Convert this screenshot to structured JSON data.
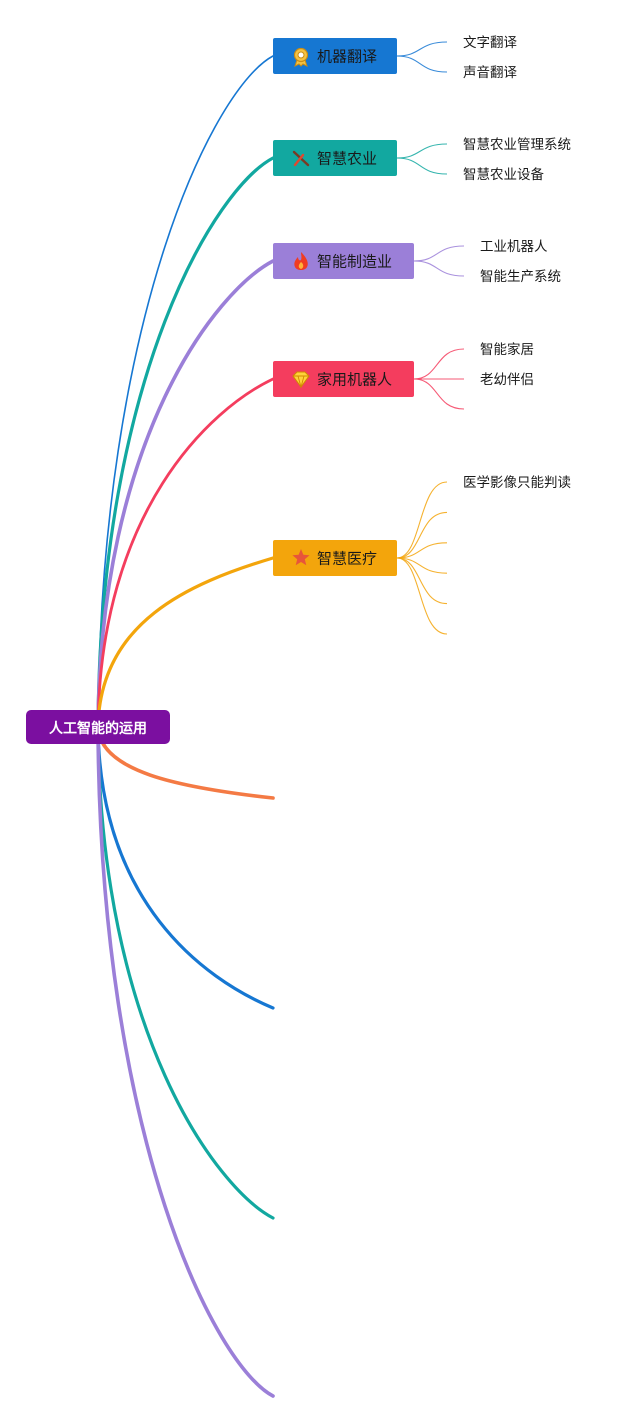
{
  "mindmap": {
    "root": {
      "label": "人工智能的运用",
      "color": "#7b0fa0"
    },
    "branches": [
      {
        "label": "机器翻译",
        "color": "#1677d2",
        "icon": "medal-icon",
        "children": [
          "文字翻译",
          "声音翻译"
        ]
      },
      {
        "label": "智慧农业",
        "color": "#12a8a0",
        "icon": "tools-icon",
        "children": [
          "智慧农业管理系统",
          "智慧农业设备"
        ]
      },
      {
        "label": "智能制造业",
        "color": "#9b7fd8",
        "icon": "fire-icon",
        "children": [
          "工业机器人",
          "智能生产系统"
        ]
      },
      {
        "label": "家用机器人",
        "color": "#f43d5e",
        "icon": "diamond-icon",
        "children": [
          "智能家居",
          "老幼伴侣",
          ""
        ]
      },
      {
        "label": "智慧医疗",
        "color": "#f3a50c",
        "icon": "star-icon",
        "children": [
          "医学影像只能判读",
          "",
          "",
          "",
          "",
          ""
        ]
      },
      {
        "label": "",
        "color": "#f47a44",
        "icon": "",
        "children": []
      },
      {
        "label": "",
        "color": "#1677d2",
        "icon": "",
        "children": []
      },
      {
        "label": "",
        "color": "#12a8a0",
        "icon": "",
        "children": []
      },
      {
        "label": "",
        "color": "#9b7fd8",
        "icon": "",
        "children": []
      }
    ]
  }
}
